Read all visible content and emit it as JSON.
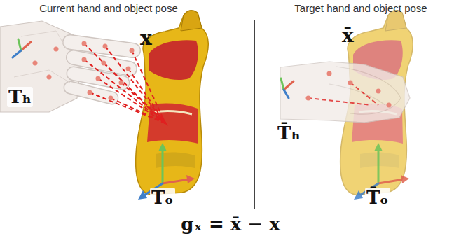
{
  "diagram": {
    "labels": [
      "Current hand and object pose",
      "Target hand and object pose",
      "x",
      "x̄",
      "Tₕ",
      "Tₒ",
      "T̄ₕ",
      "T̄ₒ",
      "gₓ = x̄ − x"
    ]
  }
}
